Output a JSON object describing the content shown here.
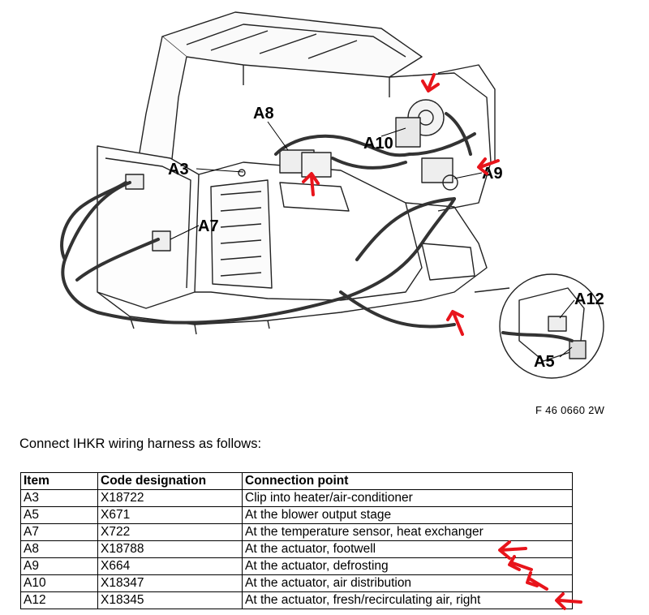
{
  "figure": {
    "code": "F 46 0660 2W",
    "callouts": [
      "A8",
      "A10",
      "A3",
      "A7",
      "A9",
      "A12",
      "A5"
    ]
  },
  "intro_text": "Connect IHKR wiring harness as follows:",
  "table": {
    "headers": [
      "Item",
      "Code designation",
      "Connection point"
    ],
    "rows": [
      [
        "A3",
        "X18722",
        "Clip into heater/air-conditioner"
      ],
      [
        "A5",
        "X671",
        "At the blower output stage"
      ],
      [
        "A7",
        "X722",
        "At the temperature sensor, heat exchanger"
      ],
      [
        "A8",
        "X18788",
        "At the actuator, footwell"
      ],
      [
        "A9",
        "X664",
        "At the actuator, defrosting"
      ],
      [
        "A10",
        "X18347",
        "At the actuator, air distribution"
      ],
      [
        "A12",
        "X18345",
        "At the actuator, fresh/recirculating air, right"
      ]
    ]
  },
  "colors": {
    "annotation_arrow": "#e8141b",
    "line_art": "#222222",
    "harness": "#333333"
  }
}
